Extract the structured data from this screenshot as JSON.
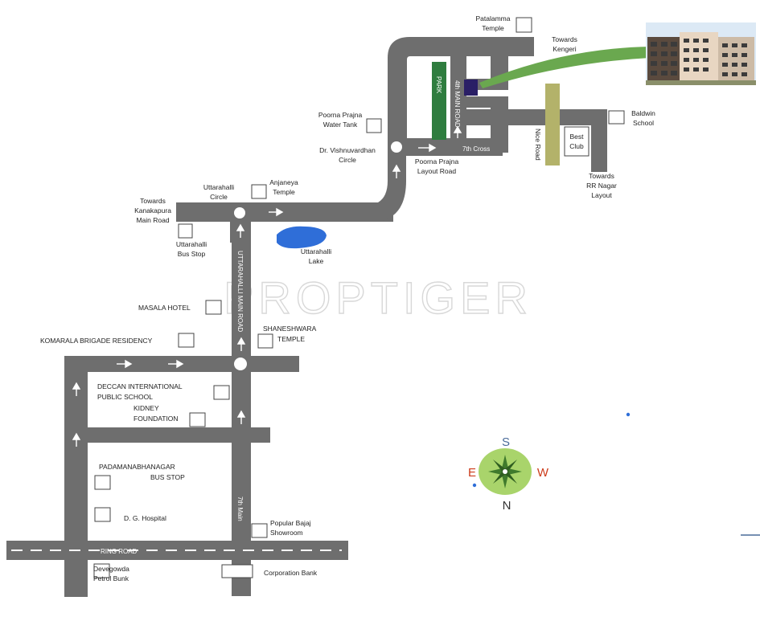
{
  "watermark": "PROPTIGER",
  "roads": {
    "ring_road": "RING ROAD",
    "uttarahalli_main_road": "UTTARAHALLI MAIN ROAD",
    "seventh_main": "7th Main",
    "fourth_main_road": "4th MAIN ROAD",
    "park": "PARK",
    "nice_road": "Nice Road",
    "seventh_cross": "7th Cross"
  },
  "landmarks": {
    "patalamma_temple": [
      "Patalamma",
      "Temple"
    ],
    "towards_kengeri": [
      "Towards",
      "Kengeri"
    ],
    "poorna_prajna_water_tank": [
      "Poorna Prajna",
      "Water Tank"
    ],
    "dr_vishnuvardhan_circle": [
      "Dr. Vishnuvardhan",
      "Circle"
    ],
    "poorna_prajna_layout_road": [
      "Poorna Prajna",
      "Layout Road"
    ],
    "baldwin_school": [
      "Baldwin",
      "School"
    ],
    "best_club": [
      "Best",
      "Club"
    ],
    "towards_rr_nagar_layout": [
      "Towards",
      "RR Nagar",
      "Layout"
    ],
    "uttarahalli_circle": [
      "Uttarahalli",
      "Circle"
    ],
    "anjaneya_temple": [
      "Anjaneya",
      "Temple"
    ],
    "towards_kanakapura_main_road": [
      "Towards",
      "Kanakapura",
      "Main Road"
    ],
    "uttarahalli_bus_stop": [
      "Uttarahalli",
      "Bus Stop"
    ],
    "uttarahalli_lake": [
      "Uttarahalli",
      "Lake"
    ],
    "masala_hotel": "MASALA HOTEL",
    "komarala_brigade_residency": "KOMARALA BRIGADE RESIDENCY",
    "shaneshwara_temple": [
      "SHANESHWARA",
      "TEMPLE"
    ],
    "deccan_international_public_school": [
      "DECCAN INTERNATIONAL",
      "PUBLIC SCHOOL"
    ],
    "kidney_foundation": [
      "KIDNEY",
      "FOUNDATION"
    ],
    "padamanabhanagar_bus_stop": [
      "PADAMANABHANAGAR",
      "BUS STOP"
    ],
    "dg_hospital": "D. G. Hospital",
    "popular_bajaj_showroom": [
      "Popular Bajaj",
      "Showroom"
    ],
    "devegowda_petrol_bunk": [
      "Devegowda",
      "Petrol Bunk"
    ],
    "corporation_bank": "Corporation Bank"
  },
  "compass": {
    "top": "S",
    "left": "E",
    "right": "W",
    "bottom": "N"
  },
  "colors": {
    "road": "#6e6e6e",
    "park": "#2f7d3f",
    "nice_road": "#b3b26a",
    "lake": "#2f6ed8",
    "project_marker": "#2a1f66",
    "pointer": "#6aa84f",
    "compass_fill": "#a9d46b",
    "compass_star": "#3f7a2c",
    "compass_s": "#4a6b9a",
    "compass_e": "#cc3b1a",
    "compass_w": "#cc3b1a",
    "compass_n": "#333333"
  }
}
